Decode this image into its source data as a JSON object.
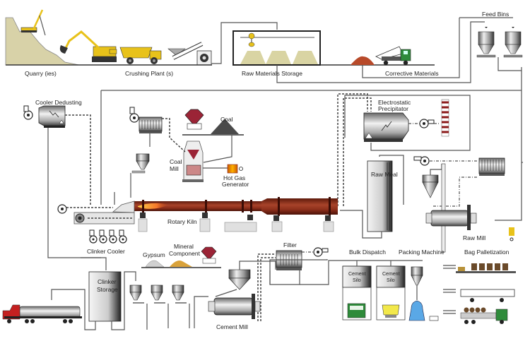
{
  "diagram": {
    "title": "Cement Manufacturing Process Flow",
    "colors": {
      "kiln": "#8b2e1a",
      "kiln_dark": "#5e1a0c",
      "flame": "#f5a623",
      "quarry_rock": "#d8d2a8",
      "stockpile": "#d9d4a3",
      "corrective": "#b84a2a",
      "coal": "#4a4a4a",
      "hopper_red": "#9b2436",
      "machine_yellow": "#e8c21a",
      "truck_green": "#2e8b3a",
      "truck_red": "#c42020",
      "packer_blue": "#5aa8e6",
      "gypsum": "#d0d0d0",
      "mineral": "#d9a23a"
    },
    "labels": {
      "quarry": "Quarry (ies)",
      "crushing_plant": "Crushing Plant (s)",
      "raw_materials_storage": "Raw Materials Storage",
      "corrective_materials": "Corrective Materials",
      "feed_bins": "Feed Bins",
      "cooler_dedusting": "Cooler Dedusting",
      "coal": "Coal",
      "coal_mill_1": "Coal",
      "coal_mill_2": "Mill",
      "hot_gas_1": "Hot Gas",
      "hot_gas_2": "Generator",
      "esp_1": "Electrostatic",
      "esp_2": "Precipitator",
      "raw_meal": "Raw Meal",
      "rotary_kiln": "Rotary Kiln",
      "clinker_cooler": "Clinker Cooler",
      "raw_mill": "Raw Mill",
      "gypsum": "Gypsum",
      "mineral_1": "Mineral",
      "mineral_2": "Component",
      "filter": "Filter",
      "bulk_dispatch": "Bulk Dispatch",
      "packing_machine": "Packing Machine",
      "bag_palletization": "Bag Palletization",
      "clinker_storage_1": "Clinker",
      "clinker_storage_2": "Storage",
      "cement_silo_1": "Cement",
      "cement_silo_2": "Silo",
      "cement_mill": "Cement Mill"
    }
  }
}
